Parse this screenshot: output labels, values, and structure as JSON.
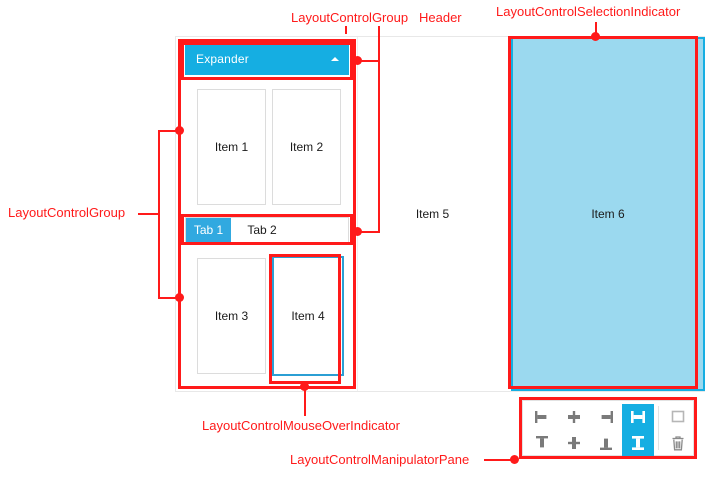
{
  "diagram": {
    "title_color": "#FF1A1A",
    "accent_color": "#15AEE2",
    "selection_fill": "#9BD9EF"
  },
  "layout_control": {
    "expander": {
      "title": "Expander",
      "chevron_icon": "chevron-up-icon"
    },
    "tabs": [
      {
        "label": "Tab 1",
        "selected": true
      },
      {
        "label": "Tab 2",
        "selected": false
      }
    ],
    "items": [
      {
        "label": "Item 1"
      },
      {
        "label": "Item 2"
      },
      {
        "label": "Item 3"
      },
      {
        "label": "Item 4"
      },
      {
        "label": "Item 5"
      },
      {
        "label": "Item 6"
      }
    ]
  },
  "manipulator_pane": {
    "buttons": [
      {
        "name": "align-left-icon",
        "active": false
      },
      {
        "name": "align-center-h-icon",
        "active": false
      },
      {
        "name": "align-right-icon",
        "active": false
      },
      {
        "name": "stretch-horizontal-icon",
        "active": true
      },
      {
        "name": "align-top-icon",
        "active": false
      },
      {
        "name": "align-center-v-icon",
        "active": false
      },
      {
        "name": "align-bottom-icon",
        "active": false
      },
      {
        "name": "stretch-vertical-icon",
        "active": true
      }
    ],
    "extra_buttons": [
      {
        "name": "restore-icon",
        "active": false
      },
      {
        "name": "delete-icon",
        "active": false
      }
    ]
  },
  "annotations": {
    "group_header_label": "LayoutControlGroup",
    "header_label": "Header",
    "selection_indicator_label": "LayoutControlSelectionIndicator",
    "group_label": "LayoutControlGroup",
    "mouseover_indicator_label": "LayoutControlMouseOverIndicator",
    "manipulator_pane_label": "LayoutControlManipulatorPane"
  }
}
